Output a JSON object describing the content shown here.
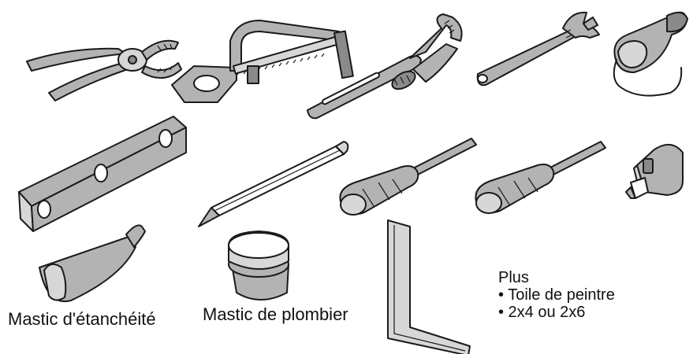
{
  "labels": {
    "sealant": "Mastic d'étanchéité",
    "plumbers_putty": "Mastic de plombier"
  },
  "extras": {
    "title": "Plus",
    "items": [
      "• Toile de peintre",
      "• 2x4 ou 2x6"
    ]
  },
  "icons": [
    "pliers-icon",
    "hacksaw-icon",
    "pipe-wrench-icon",
    "adjustable-wrench-icon",
    "safety-glasses-icon",
    "level-icon",
    "pencil-icon",
    "flathead-screwdriver-icon",
    "phillips-screwdriver-icon",
    "tape-measure-icon",
    "sealant-tube-icon",
    "putty-container-icon",
    "framing-square-icon"
  ]
}
